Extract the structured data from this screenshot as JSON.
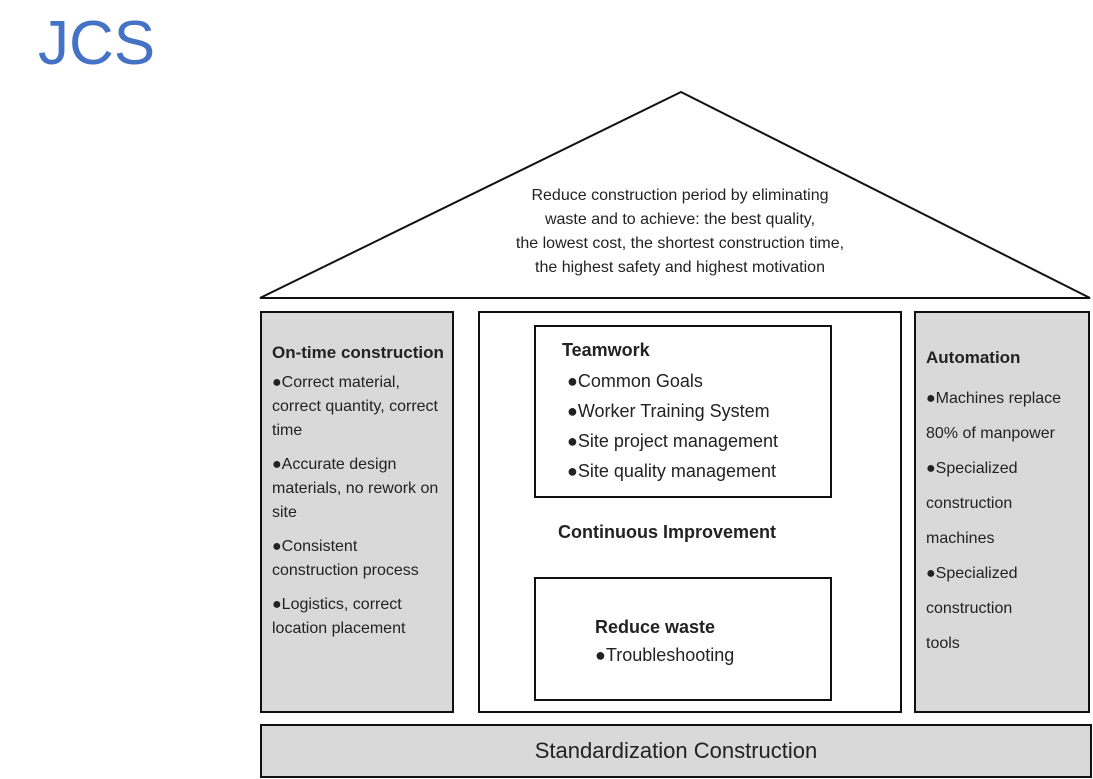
{
  "title": "JCS",
  "colors": {
    "title": "#4472c4",
    "pillar_fill": "#d9d9d9",
    "border": "#111111"
  },
  "roof": {
    "lines": [
      "Reduce construction period by eliminating",
      "waste and to achieve: the best quality,",
      "the lowest cost, the shortest construction time,",
      "the highest safety and highest motivation"
    ]
  },
  "left_pillar": {
    "heading": "On-time construction",
    "items": [
      "●Correct material, correct quantity, correct time",
      "●Accurate design materials, no rework on site",
      "●Consistent construction process",
      "●Logistics, correct location placement"
    ]
  },
  "center_pillar": {
    "teamwork": {
      "heading": "Teamwork",
      "items": [
        "●Common Goals",
        "●Worker Training System",
        "●Site project management",
        "●Site quality management"
      ]
    },
    "continuous_improvement": "Continuous Improvement",
    "reduce_waste": {
      "heading": "Reduce waste",
      "items": [
        "●Troubleshooting"
      ]
    }
  },
  "right_pillar": {
    "heading": "Automation",
    "lines": [
      "●Machines replace",
      "80% of manpower",
      "●Specialized",
      "construction",
      "machines",
      "●Specialized",
      "construction",
      "tools"
    ]
  },
  "base": {
    "label": "Standardization Construction"
  }
}
